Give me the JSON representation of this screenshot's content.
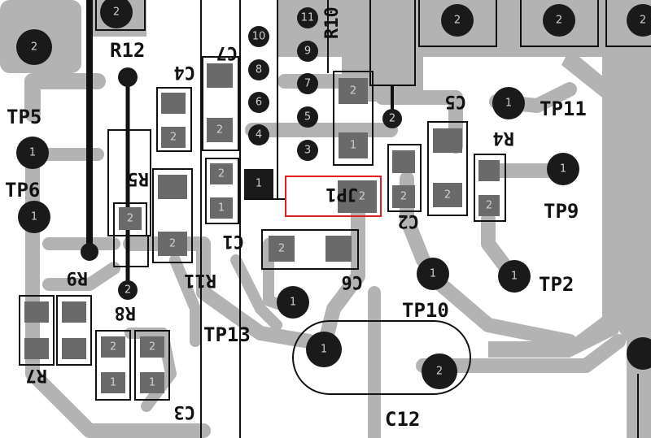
{
  "colors": {
    "background": "#ffffff",
    "trace": "#b3b3b3",
    "silkscreen": "#111111",
    "pad": "#1a1a1a",
    "smd_pad": "#6a6a6a",
    "highlight": "#e02020"
  },
  "labels": {
    "r12": "R12",
    "c7": "C7",
    "r10": "R10",
    "c4": "C4",
    "c5": "C5",
    "r4": "R4",
    "tp5": "TP5",
    "tp6": "TP6",
    "tp11": "TP11",
    "tp9": "TP9",
    "tp2": "TP2",
    "tp10": "TP10",
    "tp13": "TP13",
    "r5": "R5",
    "jp1": "JP1",
    "c1": "C1",
    "c2": "C2",
    "c6": "C6",
    "r11": "R11",
    "r9": "R9",
    "r8": "R8",
    "r7": "R7",
    "c3": "C3",
    "c12": "C12"
  },
  "pin_numbers": {
    "one": "1",
    "two": "2",
    "three": "3",
    "four": "4",
    "five": "5",
    "six": "6",
    "seven": "7",
    "eight": "8",
    "nine": "9",
    "ten": "10",
    "eleven": "11"
  }
}
